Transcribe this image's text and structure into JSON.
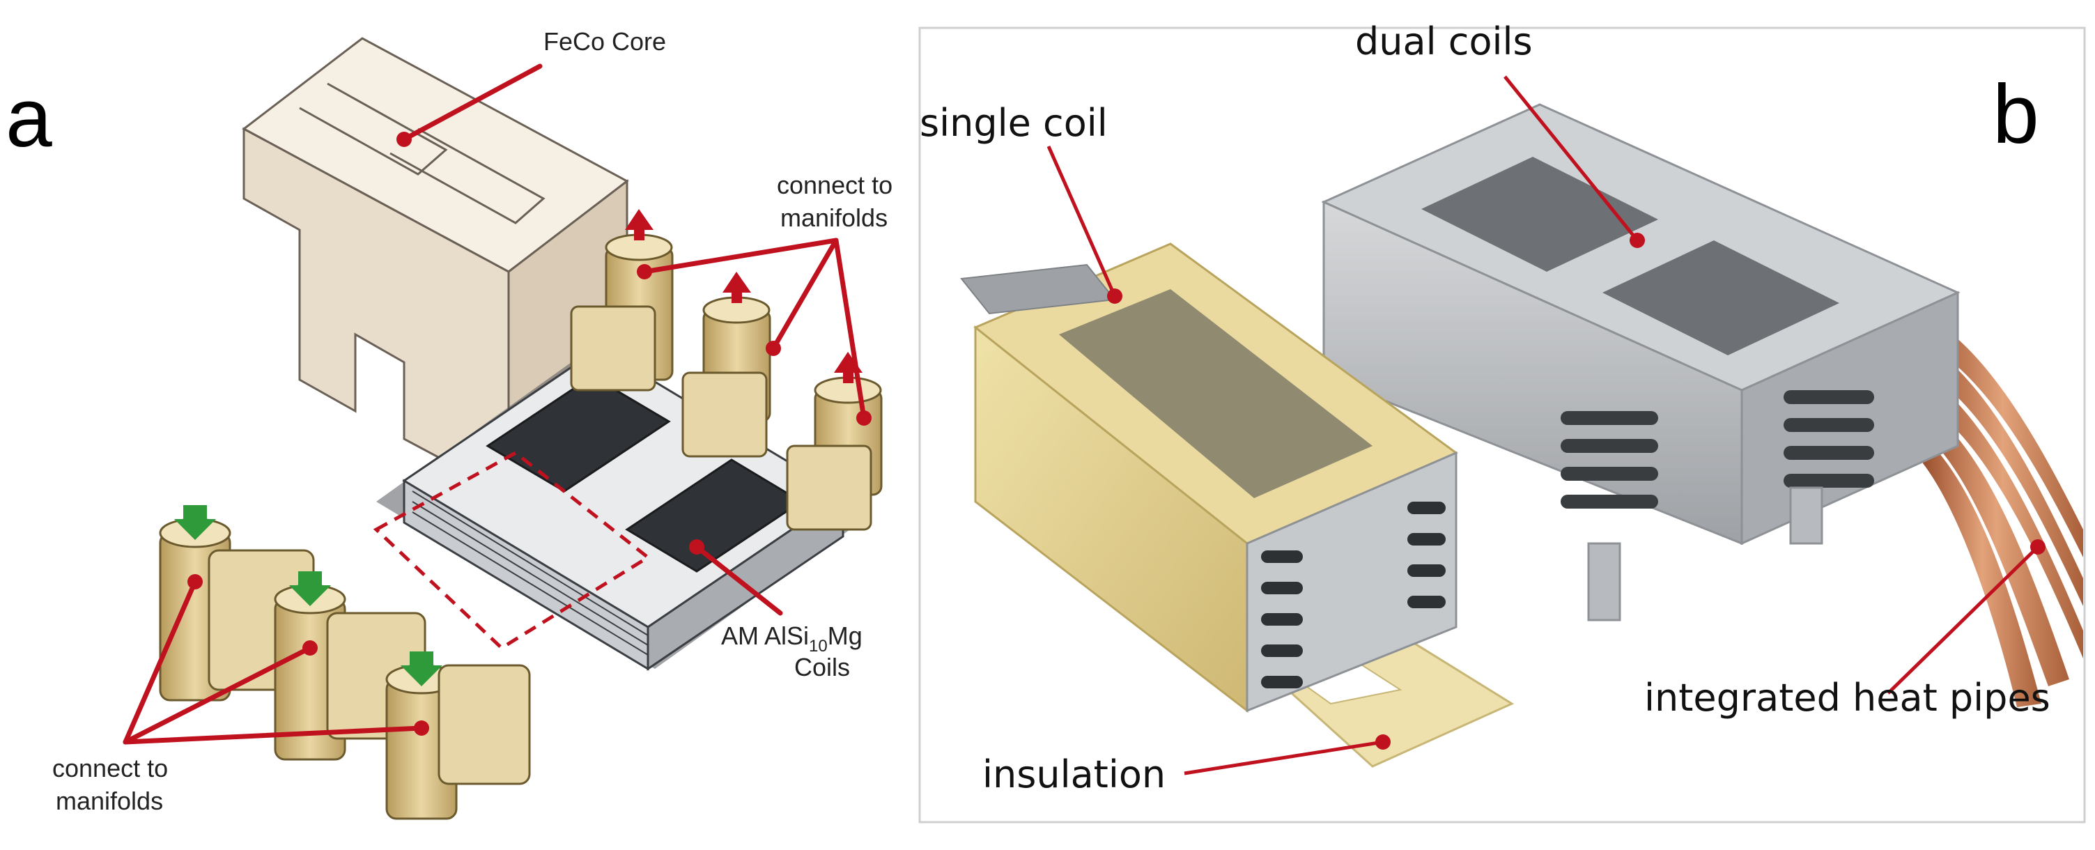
{
  "panel_a": {
    "letter": "a",
    "labels": {
      "core": "FeCo Core",
      "connect_top_1": "connect to",
      "connect_top_2": "manifolds",
      "coils_1": "AM AlSi",
      "coils_sub": "10",
      "coils_2": "Mg",
      "coils_3": "Coils",
      "connect_bottom_1": "connect to",
      "connect_bottom_2": "manifolds"
    }
  },
  "panel_b": {
    "letter": "b",
    "labels": {
      "single_coil": "single coil",
      "dual_coils": "dual coils",
      "insulation": "insulation",
      "heat_pipes": "integrated heat pipes"
    }
  },
  "colors": {
    "leader": "#c0111f",
    "core_fill": "#efe6d8",
    "manifold_fill": "#d8c28e",
    "coil_grey": "#b9bcbf",
    "insulation_yellow": "#e6d595",
    "copper": "#c97d52",
    "arrow_out": "#c0111f",
    "arrow_in": "#2f9a3a"
  }
}
